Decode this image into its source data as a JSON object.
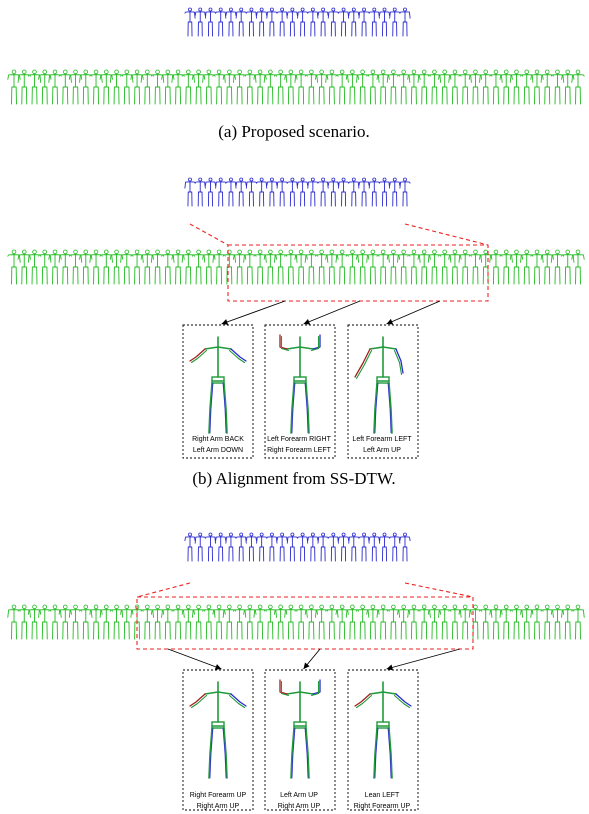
{
  "colors": {
    "query_skeleton": "#2a2ad0",
    "reference_skeleton": "#22bb22",
    "alignment_box": "#ee2222",
    "inset_border": "#000000",
    "skeleton_body": "#1f9a3a",
    "error_limb": "#a02020"
  },
  "panels": [
    {
      "caption": "(a)  Proposed scenario.",
      "insets": []
    },
    {
      "caption": "(b)  Alignment from SS-DTW.",
      "insets": [
        {
          "line1": "Right Arm BACK",
          "line2": "Left Arm DOWN"
        },
        {
          "line1": "Left Forearm RIGHT",
          "line2": "Right Forearm LEFT"
        },
        {
          "line1": "Left Forearm LEFT",
          "line2": "Left Arm UP"
        }
      ]
    },
    {
      "caption": "",
      "insets": [
        {
          "line1": "Right Forearm UP",
          "line2": "Right Arm UP"
        },
        {
          "line1": "Left Arm UP",
          "line2": "Right Arm UP"
        },
        {
          "line1": "Lean LEFT",
          "line2": "Right Forearm UP"
        }
      ]
    }
  ]
}
